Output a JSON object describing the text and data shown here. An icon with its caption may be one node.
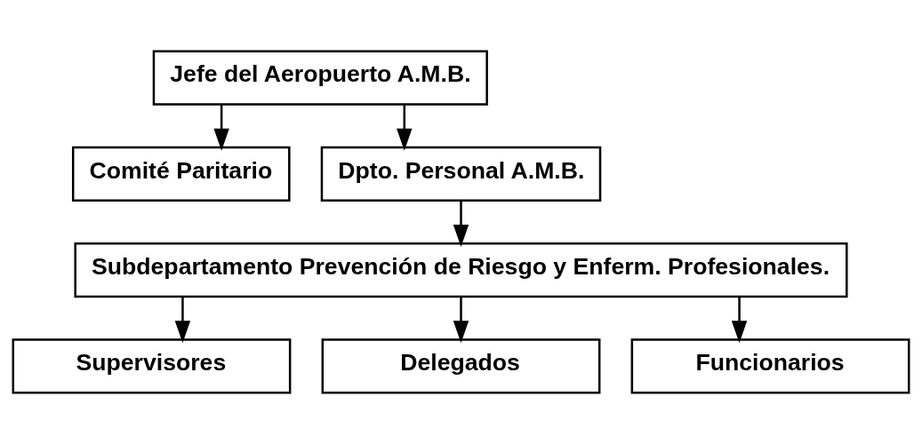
{
  "diagram": {
    "nodes": [
      {
        "text": [
          "Jefe del Aeropuerto A.M.B."
        ]
      },
      {
        "text": [
          "Comité Paritario"
        ]
      },
      {
        "text": [
          "Dpto. Personal A.M.B."
        ]
      },
      {
        "text": [
          "Subdepartamento Prevención de Riesgo y Enferm. Profesionales."
        ]
      },
      {
        "text": [
          "Supervisores"
        ]
      },
      {
        "text": [
          "Delegados"
        ]
      },
      {
        "text": [
          "Funcionarios"
        ]
      }
    ],
    "edges": [
      {
        "from": 0,
        "to": 1,
        "arrow": "to"
      },
      {
        "from": 0,
        "to": 2,
        "arrow": "to"
      },
      {
        "from": 2,
        "to": 3,
        "arrow": "to"
      },
      {
        "from": 3,
        "to": 4,
        "arrow": "to"
      },
      {
        "from": 3,
        "to": 5,
        "arrow": "to"
      },
      {
        "from": 3,
        "to": 6,
        "arrow": "to"
      }
    ]
  }
}
